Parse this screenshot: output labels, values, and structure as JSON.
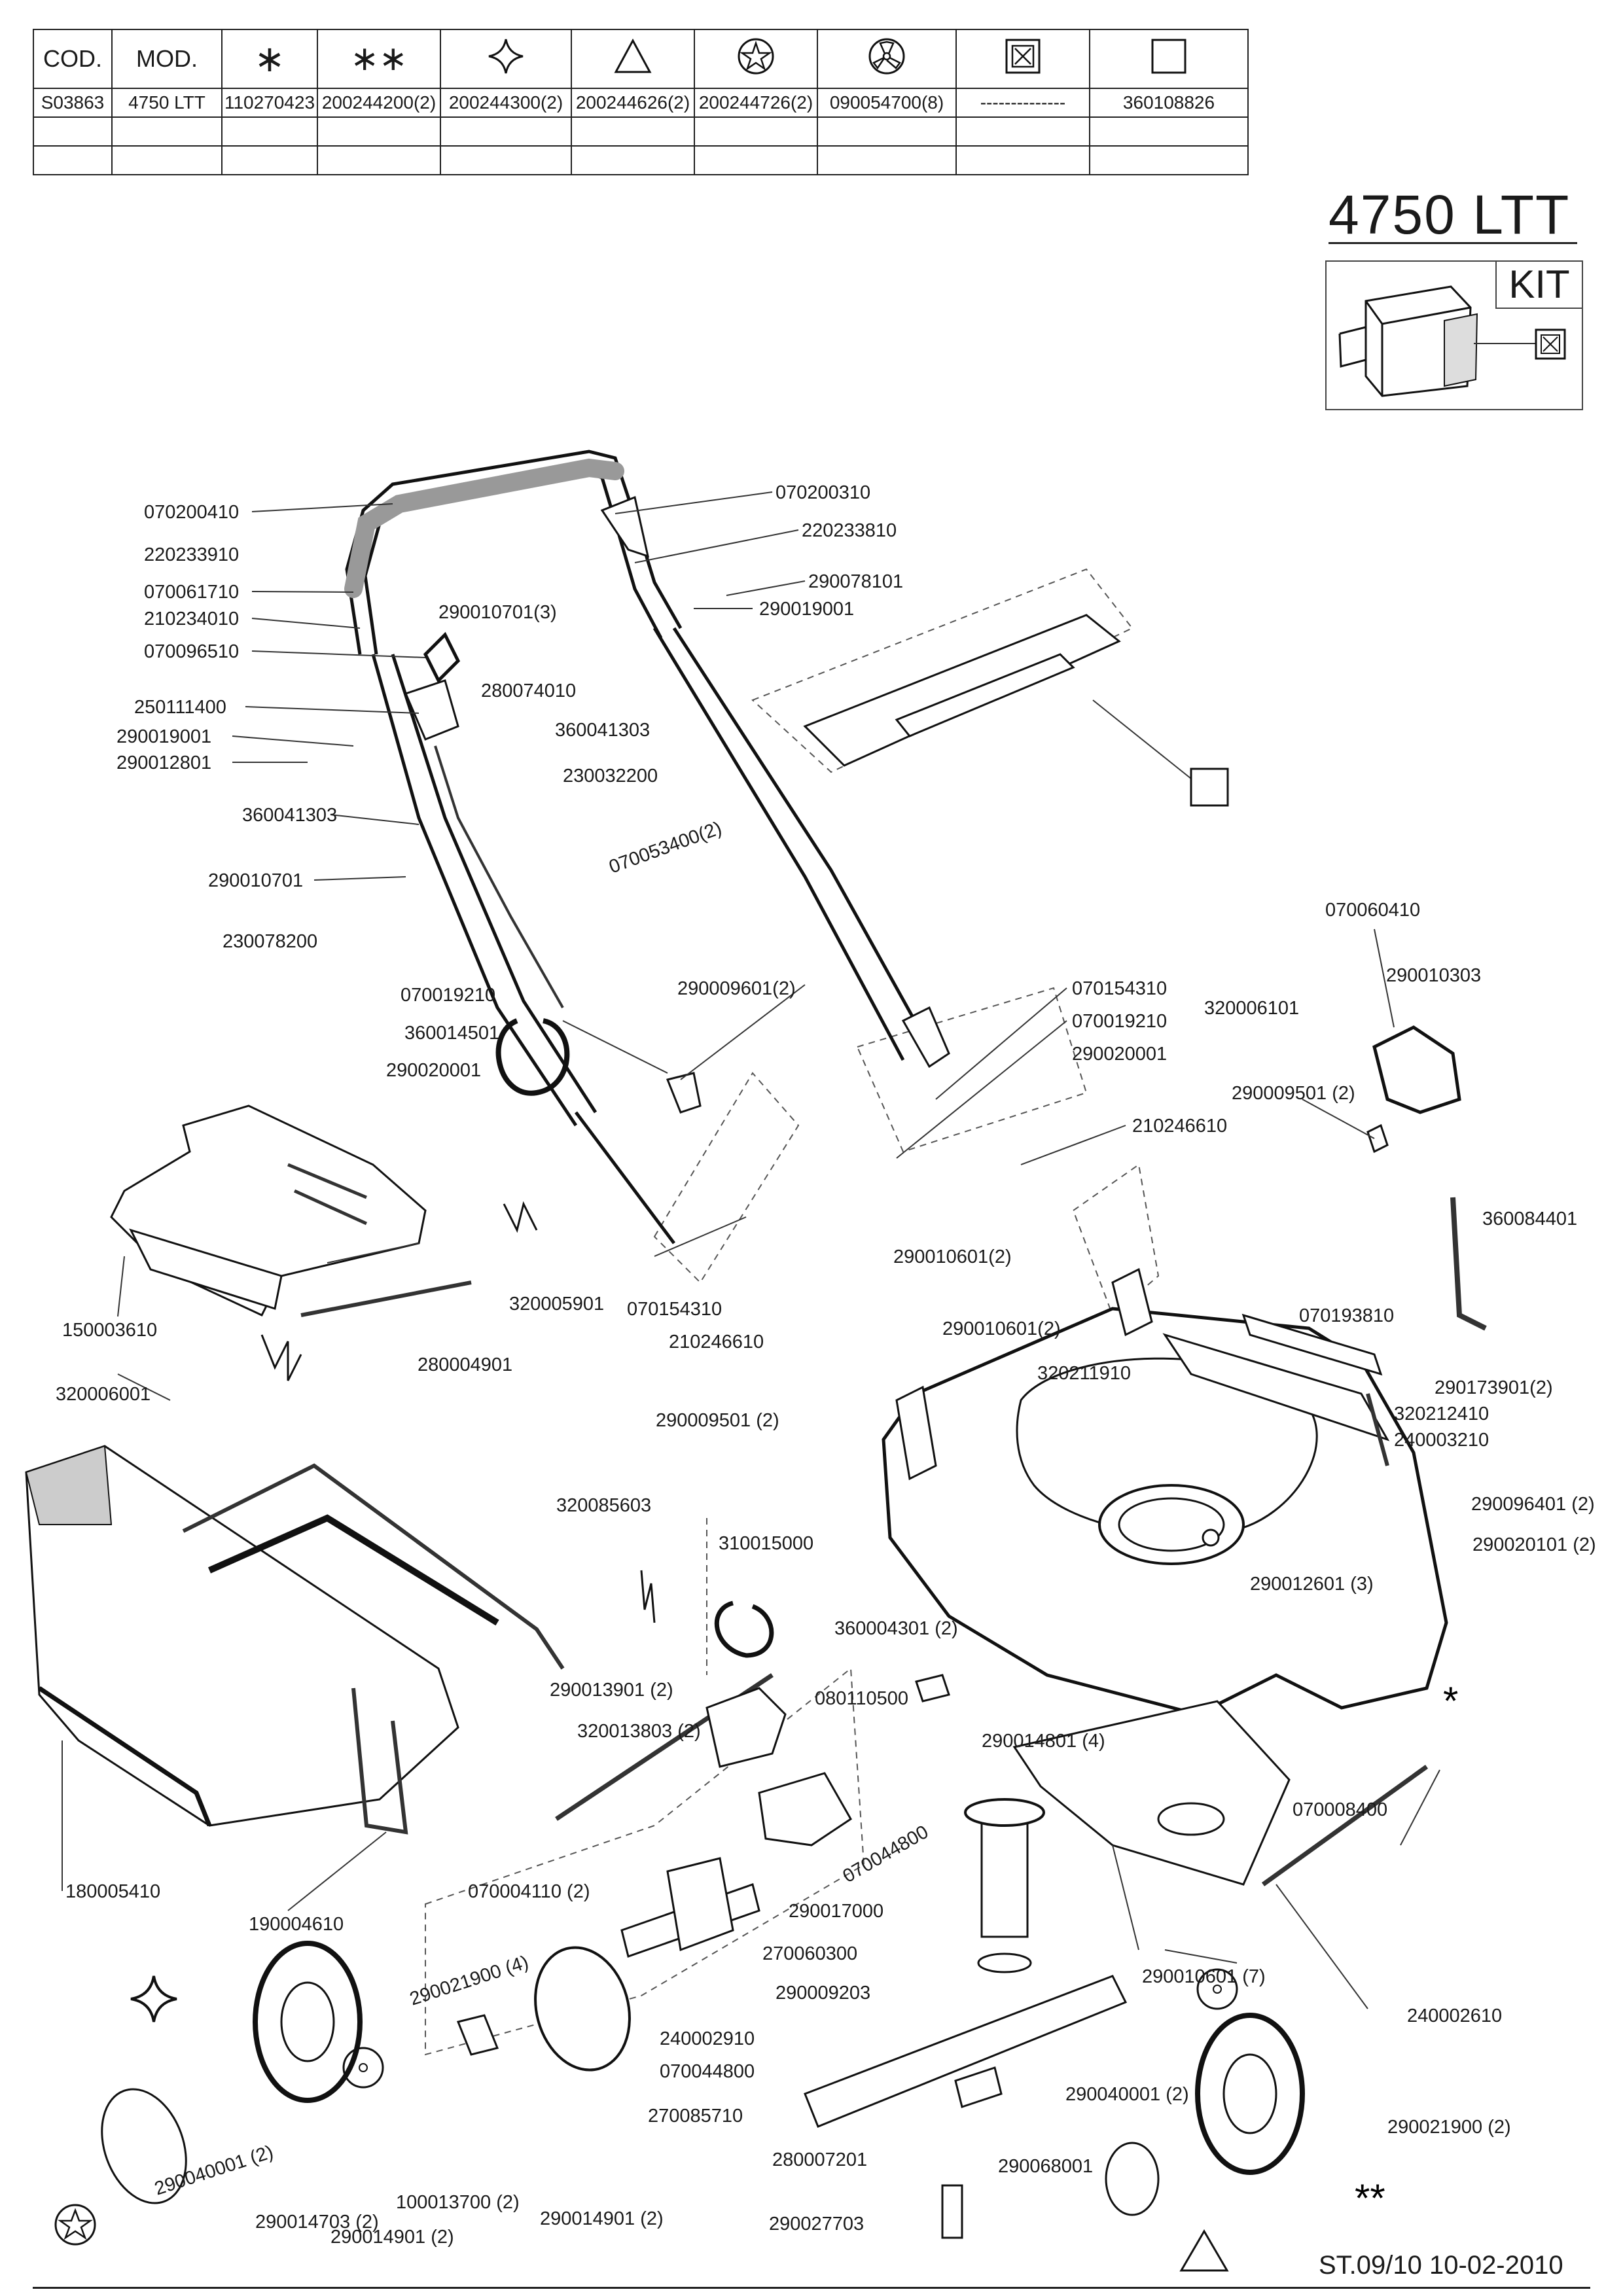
{
  "header_table": {
    "columns": [
      "COD.",
      "MOD.",
      "*",
      "**",
      "diamond-star",
      "triangle",
      "star-circle",
      "tri-spoke-circle",
      "x-box",
      "empty-box"
    ],
    "row": [
      "S03863",
      "4750 LTT",
      "110270423",
      "200244200(2)",
      "200244300(2)",
      "200244626(2)",
      "200244726(2)",
      "090054700(8)",
      "--------------",
      "360108826"
    ]
  },
  "model_title": "4750 LTT",
  "kit_label": "KIT",
  "footer": "ST.09/10  10-02-2010",
  "symbols": {
    "asterisk": "*",
    "double_asterisk": "**"
  },
  "labels": [
    {
      "id": "l1",
      "text": "070200410"
    },
    {
      "id": "l2",
      "text": "220233910"
    },
    {
      "id": "l3",
      "text": "070061710"
    },
    {
      "id": "l4",
      "text": "210234010"
    },
    {
      "id": "l5",
      "text": "070096510"
    },
    {
      "id": "l6",
      "text": "250111400"
    },
    {
      "id": "l7",
      "text": "290019001"
    },
    {
      "id": "l8",
      "text": "290012801"
    },
    {
      "id": "l9",
      "text": "360041303"
    },
    {
      "id": "l10",
      "text": "290010701"
    },
    {
      "id": "l11",
      "text": "230078200"
    },
    {
      "id": "l12",
      "text": "070200310"
    },
    {
      "id": "l13",
      "text": "220233810"
    },
    {
      "id": "l14",
      "text": "290078101"
    },
    {
      "id": "l15",
      "text": "290019001"
    },
    {
      "id": "l16",
      "text": "290010701(3)"
    },
    {
      "id": "l17",
      "text": "280074010"
    },
    {
      "id": "l18",
      "text": "360041303"
    },
    {
      "id": "l19",
      "text": "230032200"
    },
    {
      "id": "l20",
      "text": "070053400(2)"
    },
    {
      "id": "l21",
      "text": "070019210"
    },
    {
      "id": "l22",
      "text": "360014501"
    },
    {
      "id": "l23",
      "text": "290020001"
    },
    {
      "id": "l24",
      "text": "290009601(2)"
    },
    {
      "id": "l25",
      "text": "070154310"
    },
    {
      "id": "l26",
      "text": "070019210"
    },
    {
      "id": "l27",
      "text": "290020001"
    },
    {
      "id": "l28",
      "text": "210246610"
    },
    {
      "id": "l29",
      "text": "320006101"
    },
    {
      "id": "l30",
      "text": "070060410"
    },
    {
      "id": "l31",
      "text": "290010303"
    },
    {
      "id": "l32",
      "text": "290009501 (2)"
    },
    {
      "id": "l33",
      "text": "360084401"
    },
    {
      "id": "l34",
      "text": "290010601(2)"
    },
    {
      "id": "l35",
      "text": "290010601(2)"
    },
    {
      "id": "l36",
      "text": "070154310"
    },
    {
      "id": "l37",
      "text": "210246610"
    },
    {
      "id": "l38",
      "text": "290009501 (2)"
    },
    {
      "id": "l39",
      "text": "150003610"
    },
    {
      "id": "l40",
      "text": "320005901"
    },
    {
      "id": "l41",
      "text": "280004901"
    },
    {
      "id": "l42",
      "text": "320006001"
    },
    {
      "id": "l43",
      "text": "070193810"
    },
    {
      "id": "l44",
      "text": "320211910"
    },
    {
      "id": "l45",
      "text": "290173901(2)"
    },
    {
      "id": "l46",
      "text": "320212410"
    },
    {
      "id": "l47",
      "text": "240003210"
    },
    {
      "id": "l48",
      "text": "290096401 (2)"
    },
    {
      "id": "l49",
      "text": "290020101 (2)"
    },
    {
      "id": "l50",
      "text": "290012601 (3)"
    },
    {
      "id": "l51",
      "text": "320085603"
    },
    {
      "id": "l52",
      "text": "310015000"
    },
    {
      "id": "l53",
      "text": "360004301 (2)"
    },
    {
      "id": "l54",
      "text": "290013901 (2)"
    },
    {
      "id": "l55",
      "text": "080110500"
    },
    {
      "id": "l56",
      "text": "320013803 (2)"
    },
    {
      "id": "l57",
      "text": "290014801 (4)"
    },
    {
      "id": "l58",
      "text": "070008400"
    },
    {
      "id": "l59",
      "text": "070044800"
    },
    {
      "id": "l60",
      "text": "070004110 (2)"
    },
    {
      "id": "l61",
      "text": "290017000"
    },
    {
      "id": "l62",
      "text": "270060300"
    },
    {
      "id": "l63",
      "text": "290009203"
    },
    {
      "id": "l64",
      "text": "290021900 (4)"
    },
    {
      "id": "l65",
      "text": "240002910"
    },
    {
      "id": "l66",
      "text": "070044800"
    },
    {
      "id": "l67",
      "text": "270085710"
    },
    {
      "id": "l68",
      "text": "280007201"
    },
    {
      "id": "l69",
      "text": "290068001"
    },
    {
      "id": "l70",
      "text": "290027703"
    },
    {
      "id": "l71",
      "text": "290010601 (7)"
    },
    {
      "id": "l72",
      "text": "240002610"
    },
    {
      "id": "l73",
      "text": "290040001 (2)"
    },
    {
      "id": "l74",
      "text": "290021900 (2)"
    },
    {
      "id": "l75",
      "text": "180005410"
    },
    {
      "id": "l76",
      "text": "190004610"
    },
    {
      "id": "l77",
      "text": "290040001 (2)"
    },
    {
      "id": "l78",
      "text": "290014703 (2)"
    },
    {
      "id": "l79",
      "text": "100013700 (2)"
    },
    {
      "id": "l80",
      "text": "290014901 (2)"
    },
    {
      "id": "l81",
      "text": "290014901 (2)"
    }
  ]
}
